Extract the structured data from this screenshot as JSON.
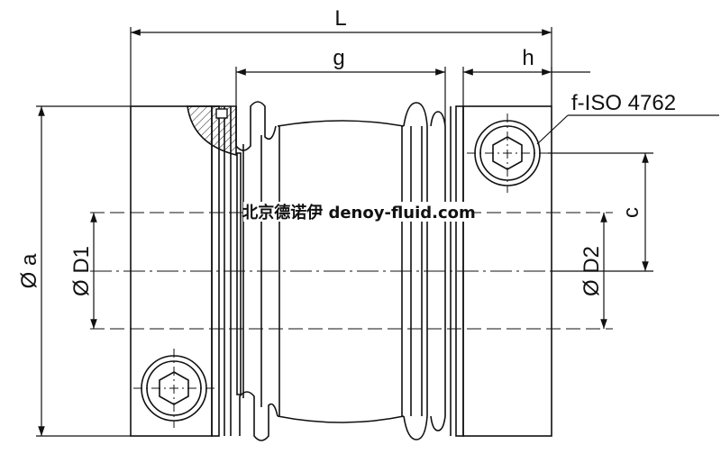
{
  "dimensions": {
    "overall_length": "L",
    "bellows_length": "g",
    "clamp_width": "h",
    "screw_spec": "f-ISO 4762",
    "screw_offset": "c",
    "outer_diameter": "Ø a",
    "bore_left": "Ø D1",
    "bore_right": "Ø D2"
  },
  "watermark": "北京德诺伊 denoy-fluid.com",
  "colors": {
    "line": "#111111",
    "background": "#ffffff"
  }
}
